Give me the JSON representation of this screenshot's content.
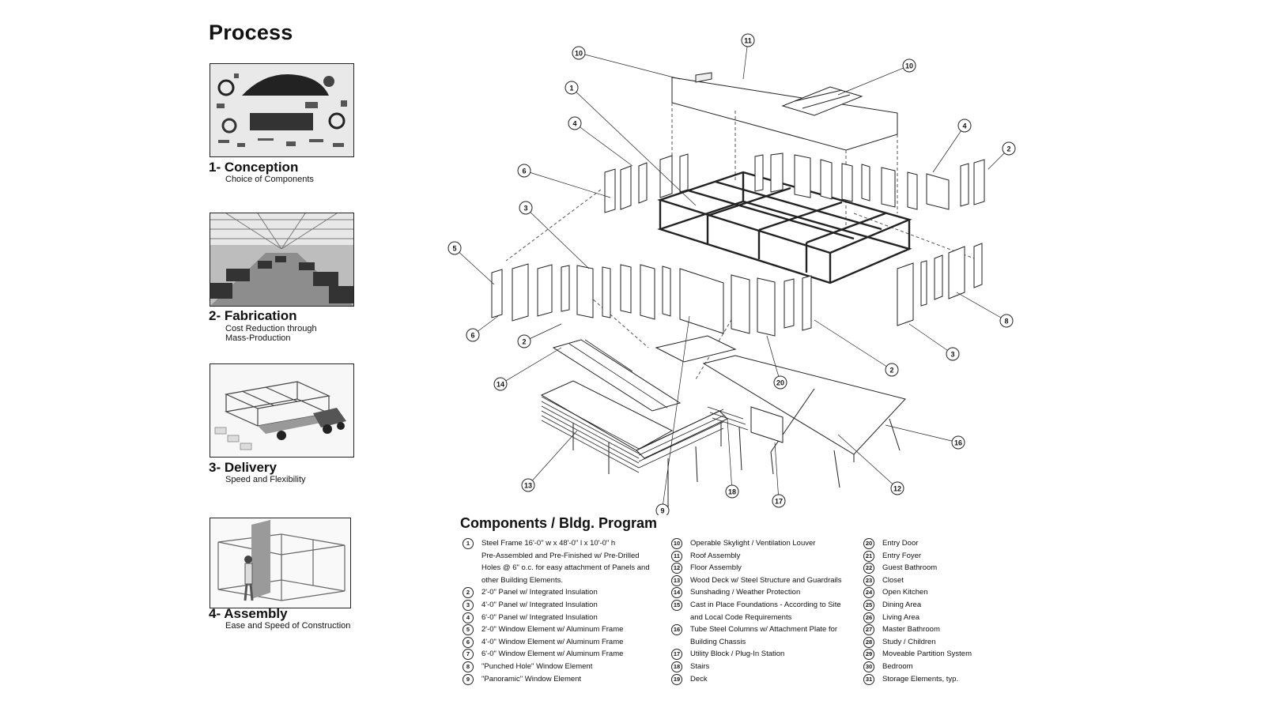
{
  "page": {
    "title": "Process",
    "components_title": "Components / Bldg. Program"
  },
  "steps": [
    {
      "heading": "1- Conception",
      "sub_lines": [
        "Choice of Components"
      ]
    },
    {
      "heading": "2- Fabrication",
      "sub_lines": [
        "Cost Reduction through",
        "Mass-Production"
      ]
    },
    {
      "heading": "3- Delivery",
      "sub_lines": [
        "Speed and Flexibility"
      ]
    },
    {
      "heading": "4- Assembly",
      "sub_lines": [
        "Ease and Speed of Construction"
      ]
    }
  ],
  "legend": {
    "columns": [
      [
        {
          "num": "1",
          "lines": [
            "Steel Frame 16'-0\" w x 48'-0\" l x 10'-0\" h",
            "Pre-Assembled and Pre-Finished w/ Pre-Drilled",
            "Holes @ 6\" o.c. for easy attachment of Panels and",
            "other Building Elements."
          ]
        },
        {
          "num": "2",
          "lines": [
            "2'-0\" Panel w/ Integrated Insulation"
          ]
        },
        {
          "num": "3",
          "lines": [
            "4'-0\" Panel w/ Integrated Insulation"
          ]
        },
        {
          "num": "4",
          "lines": [
            "6'-0\" Panel w/ Integrated Insulation"
          ]
        },
        {
          "num": "5",
          "lines": [
            "2'-0\" Window Element w/ Aluminum Frame"
          ]
        },
        {
          "num": "6",
          "lines": [
            "4'-0\" Window Element w/ Aluminum Frame"
          ]
        },
        {
          "num": "7",
          "lines": [
            "6'-0\" Window Element w/ Aluminum Frame"
          ]
        },
        {
          "num": "8",
          "lines": [
            "\"Punched Hole\" Window Element"
          ]
        },
        {
          "num": "9",
          "lines": [
            "\"Panoramic\" Window Element"
          ]
        }
      ],
      [
        {
          "num": "10",
          "lines": [
            "Operable Skylight / Ventilation Louver"
          ]
        },
        {
          "num": "11",
          "lines": [
            "Roof Assembly"
          ]
        },
        {
          "num": "12",
          "lines": [
            "Floor Assembly"
          ]
        },
        {
          "num": "13",
          "lines": [
            "Wood Deck w/ Steel Structure and Guardrails"
          ]
        },
        {
          "num": "14",
          "lines": [
            "Sunshading / Weather Protection"
          ]
        },
        {
          "num": "15",
          "lines": [
            "Cast in Place Foundations - According to Site",
            "and Local Code Requirements"
          ]
        },
        {
          "num": "16",
          "lines": [
            "Tube Steel Columns w/ Attachment Plate for",
            "Building Chassis"
          ]
        },
        {
          "num": "17",
          "lines": [
            "Utility Block / Plug-In Station"
          ]
        },
        {
          "num": "18",
          "lines": [
            "Stairs"
          ]
        },
        {
          "num": "19",
          "lines": [
            "Deck"
          ]
        }
      ],
      [
        {
          "num": "20",
          "lines": [
            "Entry Door"
          ]
        },
        {
          "num": "21",
          "lines": [
            "Entry Foyer"
          ]
        },
        {
          "num": "22",
          "lines": [
            "Guest Bathroom"
          ]
        },
        {
          "num": "23",
          "lines": [
            "Closet"
          ]
        },
        {
          "num": "24",
          "lines": [
            "Open Kitchen"
          ]
        },
        {
          "num": "25",
          "lines": [
            "Dining Area"
          ]
        },
        {
          "num": "26",
          "lines": [
            "Living Area"
          ]
        },
        {
          "num": "27",
          "lines": [
            "Master Bathroom"
          ]
        },
        {
          "num": "28",
          "lines": [
            "Study / Children"
          ]
        },
        {
          "num": "29",
          "lines": [
            "Moveable Partition System"
          ]
        },
        {
          "num": "30",
          "lines": [
            "Bedroom"
          ]
        },
        {
          "num": "31",
          "lines": [
            "Storage Elements, typ."
          ]
        }
      ]
    ]
  },
  "callouts": [
    "10",
    "11",
    "10",
    "1",
    "4",
    "4",
    "2",
    "6",
    "3",
    "5",
    "6",
    "2",
    "8",
    "3",
    "2",
    "14",
    "20",
    "16",
    "13",
    "18",
    "17",
    "12",
    "9"
  ]
}
